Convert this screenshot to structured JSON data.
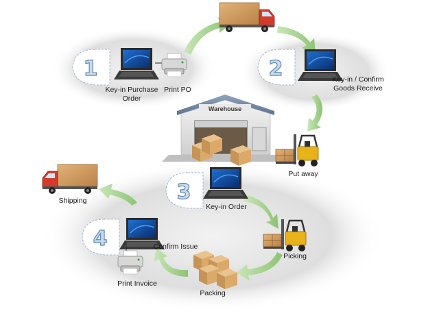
{
  "steps": [
    {
      "number": "1",
      "labels": [
        "Key-in Purchase\nOrder",
        "Print PO"
      ]
    },
    {
      "number": "2",
      "labels": [
        "Key-in / Confirm\nGoods Receive"
      ]
    },
    {
      "number": "3",
      "labels": [
        "Key-in Order"
      ]
    },
    {
      "number": "4",
      "labels": [
        "Confirm Issue",
        "Print Invoice"
      ]
    }
  ],
  "warehouse_sign": "Warehouse",
  "labels": {
    "put_away": "Put away",
    "shipping": "Shipping",
    "picking": "Picking",
    "packing": "Packing"
  },
  "colors": {
    "arrow": "#9fcf8a",
    "ellipse": "#d9d9d9",
    "step_number": "#c9dbef",
    "truck_cab": "#d63a2a",
    "truck_box": "#d2a270",
    "forklift": "#e8b21a"
  }
}
